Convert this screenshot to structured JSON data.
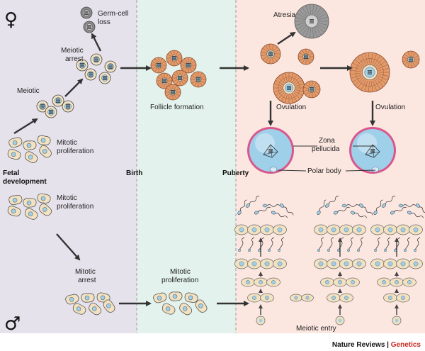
{
  "symbols": {
    "female": "♀",
    "male": "♂"
  },
  "labels": {
    "germ_cell_loss_1": "Germ-cell",
    "germ_cell_loss_2": "loss",
    "meiotic_arrest_1": "Meiotic",
    "meiotic_arrest_2": "arrest",
    "meiotic": "Meiotic",
    "mitotic_prolif_f_1": "Mitotic",
    "mitotic_prolif_f_2": "proliferation",
    "fetal_1": "Fetal",
    "fetal_2": "development",
    "birth": "Birth",
    "follicle_formation": "Follicle formation",
    "atresia": "Atresia",
    "ovulation_1": "Ovulation",
    "ovulation_2": "Ovulation",
    "zona_1": "Zona",
    "zona_2": "pellucida",
    "polar_body": "Polar body",
    "puberty": "Puberty",
    "mitotic_prolif_m_1": "Mitotic",
    "mitotic_prolif_m_2": "proliferation",
    "mitotic_arrest_1": "Mitotic",
    "mitotic_arrest_2": "arrest",
    "mitotic_prolif_b_1": "Mitotic",
    "mitotic_prolif_b_2": "proliferation",
    "meiotic_entry": "Meiotic entry"
  },
  "credit": {
    "journal": "Nature Reviews",
    "separator": " | ",
    "section": "Genetics"
  },
  "colors": {
    "fetal_bg": "#e6e2ec",
    "birth_bg": "#e3f2ec",
    "puberty_bg": "#fbe6e0",
    "cell_fill": "#f2e2c2",
    "follicle_fill": "#e39a6a",
    "egg_blue": "#9fd0ea",
    "zona_pink": "#d9578c",
    "arrow": "#333333",
    "accent_red": "#c8281e"
  }
}
